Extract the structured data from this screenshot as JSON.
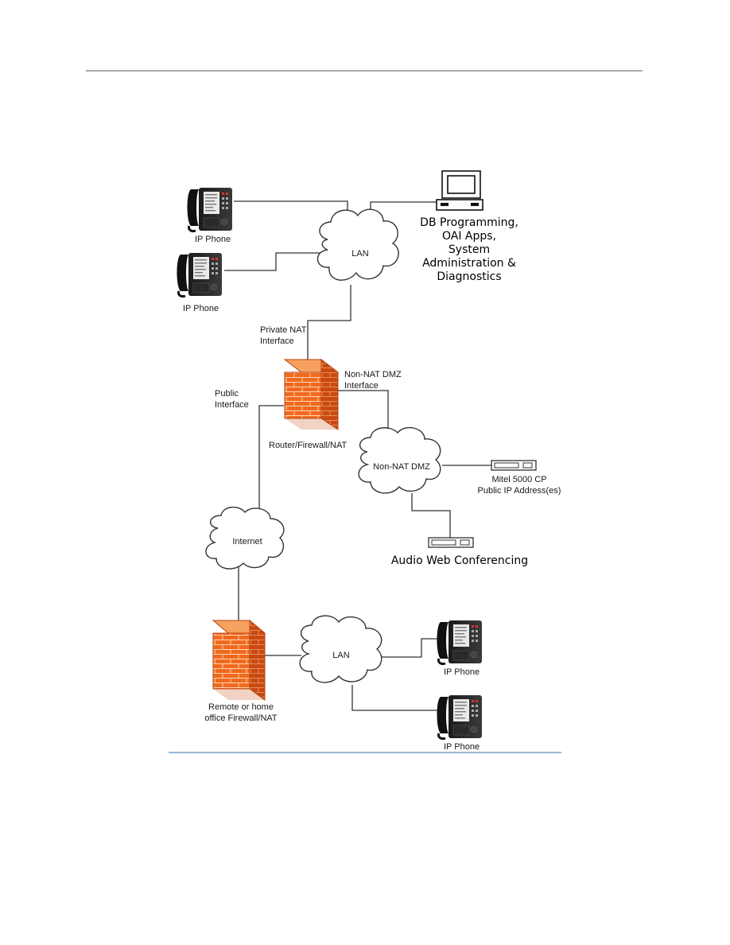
{
  "labels": {
    "ip_phone_1": "IP Phone",
    "ip_phone_2": "IP Phone",
    "lan_top": "LAN",
    "workstation_line1": "DB Programming,",
    "workstation_line2": "OAI Apps,",
    "workstation_line3": "System",
    "workstation_line4": "Administration &",
    "workstation_line5": "Diagnostics",
    "private_nat_line1": "Private NAT",
    "private_nat_line2": "Interface",
    "non_nat_dmz_iface_line1": "Non-NAT DMZ",
    "non_nat_dmz_iface_line2": "Interface",
    "public_iface_line1": "Public",
    "public_iface_line2": "Interface",
    "router": "Router/Firewall/NAT",
    "dmz_cloud": "Non-NAT DMZ",
    "mitel_line1": "Mitel 5000 CP",
    "mitel_line2": "Public IP Address(es)",
    "internet": "Internet",
    "audio_web": "Audio Web Conferencing",
    "lan_bottom": "LAN",
    "ip_phone_3": "IP Phone",
    "ip_phone_4": "IP Phone",
    "remote_fw_line1": "Remote or home",
    "remote_fw_line2": "office Firewall/NAT"
  },
  "colors": {
    "firewall": "#f06a1e",
    "firewall_light": "#f7a15f",
    "firewall_dark": "#c84a12",
    "mortar": "#ffd2b0",
    "rule_top": "#555555",
    "rule_bottom": "#2e6fa8"
  },
  "icons": {
    "phone": "ip-phone-icon",
    "computer": "computer-icon",
    "firewall": "firewall-icon",
    "server": "rack-server-icon"
  }
}
